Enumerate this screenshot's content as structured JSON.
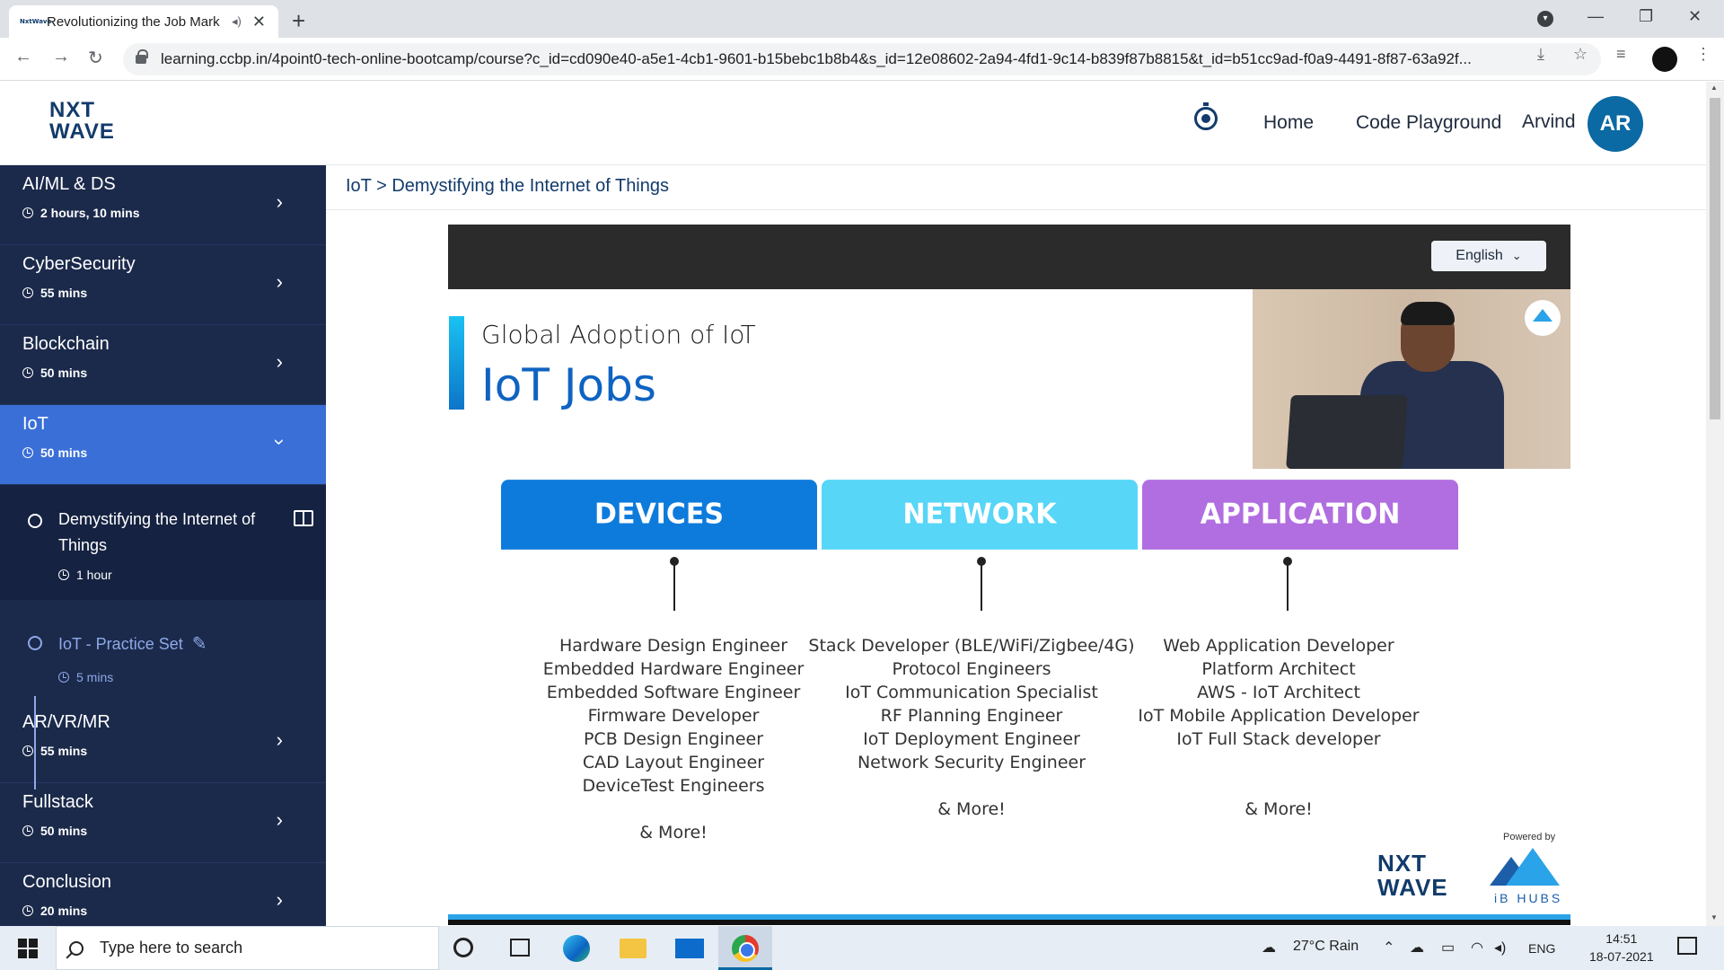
{
  "browser": {
    "tab_title": "Revolutionizing the Job Mark",
    "favicon_text": "NxtWave",
    "url": "learning.ccbp.in/4point0-tech-online-bootcamp/course?c_id=cd090e40-a5e1-4cb1-9601-b15bebc1b8b4&s_id=12e08602-2a94-4fd1-9c14-b839f87b8815&t_id=b51cc9ad-f0a9-4491-8f87-63a92f..."
  },
  "header": {
    "logo_line1": "NXT",
    "logo_line2": "WAVE",
    "nav": [
      "Home",
      "Code Playground"
    ],
    "user_name": "Arvind",
    "avatar_initials": "AR"
  },
  "sidebar": {
    "modules_before": [
      {
        "name": "AI/ML & DS",
        "duration": "2 hours, 10 mins"
      },
      {
        "name": "CyberSecurity",
        "duration": "55 mins"
      },
      {
        "name": "Blockchain",
        "duration": "50 mins"
      }
    ],
    "active_module": {
      "name": "IoT",
      "duration": "50 mins"
    },
    "lessons": [
      {
        "name": "Demystifying the Internet of Things",
        "duration": "1 hour"
      },
      {
        "name": "IoT - Practice Set",
        "duration": "5 mins"
      }
    ],
    "modules_after": [
      {
        "name": "AR/VR/MR",
        "duration": "55 mins"
      },
      {
        "name": "Fullstack",
        "duration": "50 mins"
      },
      {
        "name": "Conclusion",
        "duration": "20 mins"
      }
    ]
  },
  "breadcrumb": "IoT > Demystifying the Internet of Things",
  "video": {
    "language": "English",
    "slide_subtitle": "Global Adoption of IoT",
    "slide_title": "IoT Jobs",
    "columns": [
      {
        "title": "DEVICES",
        "color": "#0d7bdc",
        "items": [
          "Hardware Design Engineer",
          "Embedded Hardware Engineer",
          "Embedded Software Engineer",
          "Firmware Developer",
          "PCB Design Engineer",
          "CAD Layout Engineer",
          "DeviceTest Engineers"
        ],
        "more": "& More!"
      },
      {
        "title": "NETWORK",
        "color": "#57d6f7",
        "items": [
          "Stack Developer (BLE/WiFi/Zigbee/4G)",
          "Protocol Engineers",
          "IoT Communication Specialist",
          "RF Planning Engineer",
          "IoT Deployment Engineer",
          "Network Security Engineer"
        ],
        "more": "& More!"
      },
      {
        "title": "APPLICATION",
        "color": "#b16ee0",
        "items": [
          "Web Application Developer",
          "Platform Architect",
          "AWS - IoT Architect",
          "IoT Mobile Application Developer",
          "IoT Full Stack developer"
        ],
        "more": "& More!"
      }
    ],
    "powered_by": "Powered by",
    "footer_logo_line1": "NXT",
    "footer_logo_line2": "WAVE",
    "partner": "iB HUBS"
  },
  "taskbar": {
    "search_placeholder": "Type here to search",
    "weather": "27°C  Rain",
    "language": "ENG",
    "time": "14:51",
    "date": "18-07-2021"
  }
}
